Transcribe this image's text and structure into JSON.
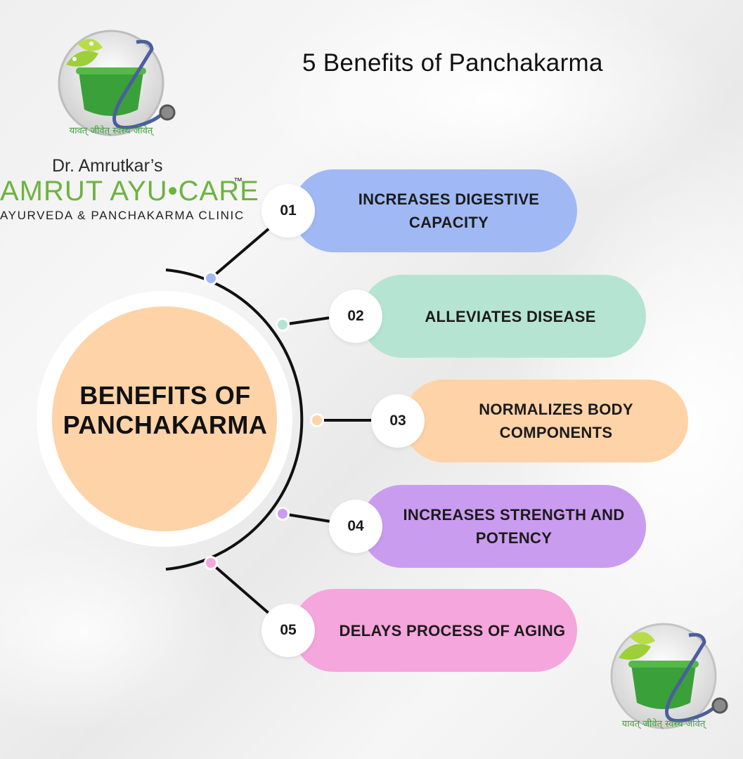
{
  "header": {
    "title": "5 Benefits of Panchakarma"
  },
  "brand": {
    "dr_name": "Dr. Amrutkar’s",
    "name": "AMRUT AYU•CARE",
    "trademark": "™",
    "subtitle": "AYURVEDA & PANCHAKARMA CLINIC",
    "emblem_icon": "mortar-pestle-stethoscope-icon",
    "emblem_text": "यावत् जीवेत् स्वस्थ जीवेत्"
  },
  "center": {
    "line1": "BENEFITS OF",
    "line2": "PANCHAKARMA"
  },
  "benefits": [
    {
      "number": "01",
      "line1": "INCREASES DIGESTIVE",
      "line2": "CAPACITY",
      "color": "#a0b9f4",
      "dot": "#a0b9f4"
    },
    {
      "number": "02",
      "line1": "ALLEVIATES DISEASE",
      "line2": "",
      "color": "#b6e4d3",
      "dot": "#b6e4d3"
    },
    {
      "number": "03",
      "line1": "NORMALIZES BODY",
      "line2": "COMPONENTS",
      "color": "#fed3a7",
      "dot": "#fed3a7"
    },
    {
      "number": "04",
      "line1": "INCREASES STRENGTH AND",
      "line2": "POTENCY",
      "color": "#ca9cef",
      "dot": "#ca9cef"
    },
    {
      "number": "05",
      "line1": "DELAYS PROCESS OF AGING",
      "line2": "",
      "color": "#f5a6dc",
      "dot": "#f5a6dc"
    }
  ],
  "colors": {
    "center_circle": "#fed3a7",
    "arc": "#111111",
    "accent_green": "#6db33f"
  }
}
